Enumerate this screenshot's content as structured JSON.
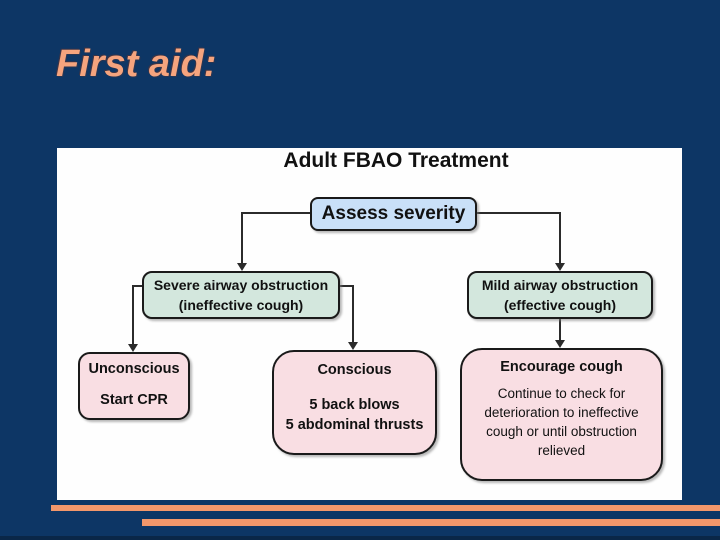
{
  "slide": {
    "title": "First aid:"
  },
  "flowchart": {
    "title": "Adult FBAO Treatment",
    "nodes": {
      "assess": {
        "label": "Assess severity"
      },
      "severe": {
        "lines": [
          "Severe airway obstruction",
          "(ineffective cough)"
        ]
      },
      "mild": {
        "lines": [
          "Mild airway obstruction",
          "(effective cough)"
        ]
      },
      "unconscious": {
        "lines": [
          "Unconscious",
          "Start CPR"
        ]
      },
      "conscious": {
        "title": "Conscious",
        "lines": [
          "5 back blows",
          "5 abdominal thrusts"
        ]
      },
      "encourage": {
        "title": "Encourage cough",
        "lines": [
          "Continue to check for",
          "deterioration to ineffective",
          "cough or until obstruction",
          "relieved"
        ]
      }
    },
    "colors": {
      "background": "#0D3665",
      "slide_title": "#F5A47E",
      "stripe": "#F2976B",
      "panel": "#FEFEFE",
      "assess_fill": "#C9E0F8",
      "severity_fill": "#D3E7DD",
      "outcome_fill": "#F9DEE3",
      "node_border": "#1A1A1A",
      "connector": "#2B2B2B"
    }
  }
}
